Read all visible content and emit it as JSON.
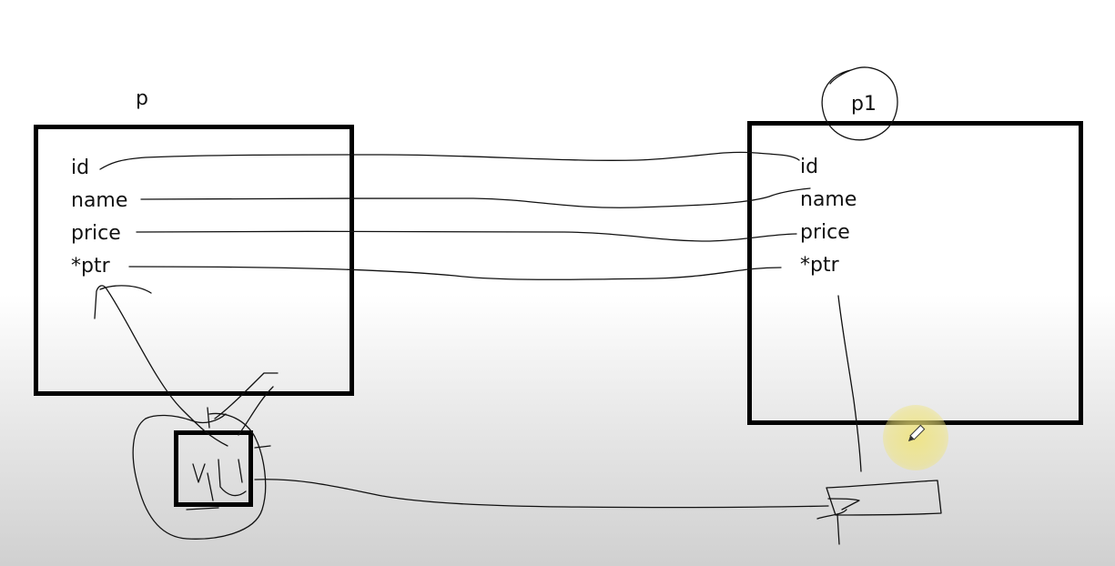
{
  "diagram": {
    "object_p": {
      "name": "p",
      "fields": [
        "id",
        "name",
        "price",
        "*ptr"
      ]
    },
    "object_p1": {
      "name": "p1",
      "fields": [
        "id",
        "name",
        "price",
        "*ptr"
      ]
    }
  },
  "colors": {
    "box_border": "#000000",
    "ink": "#111111",
    "pen_highlight": "#f0e478"
  },
  "icons": {
    "cursor": "pen-cursor-icon"
  }
}
